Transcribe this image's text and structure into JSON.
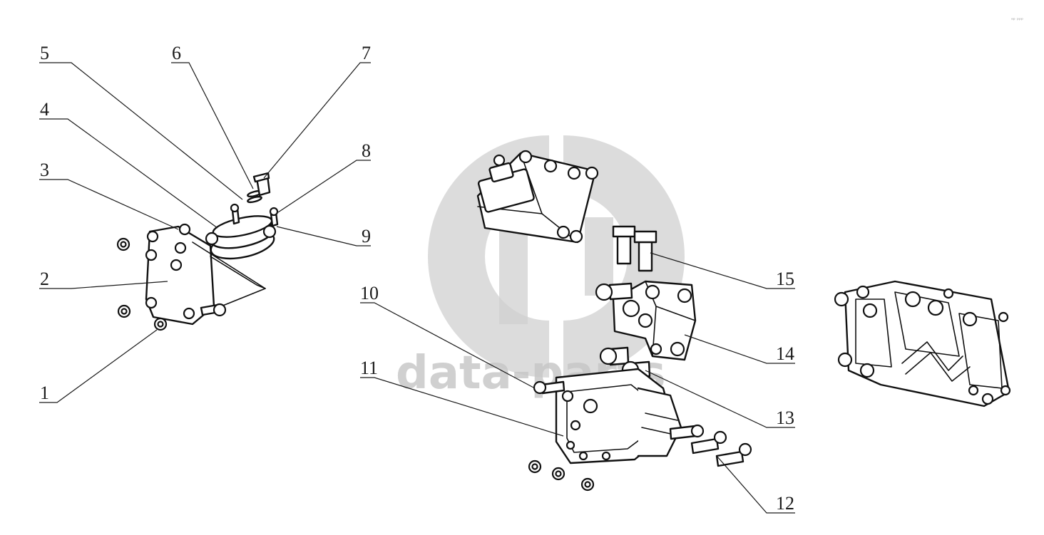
{
  "diagram": {
    "watermark_text": "data-parts",
    "corner_mark": "ᵃᵖ ᵖᵖᵖ",
    "callouts": [
      {
        "id": "1",
        "label": "1"
      },
      {
        "id": "2",
        "label": "2"
      },
      {
        "id": "3",
        "label": "3"
      },
      {
        "id": "4",
        "label": "4"
      },
      {
        "id": "5",
        "label": "5"
      },
      {
        "id": "6",
        "label": "6"
      },
      {
        "id": "7",
        "label": "7"
      },
      {
        "id": "8",
        "label": "8"
      },
      {
        "id": "9",
        "label": "9"
      },
      {
        "id": "10",
        "label": "10"
      },
      {
        "id": "11",
        "label": "11"
      },
      {
        "id": "12",
        "label": "12"
      },
      {
        "id": "13",
        "label": "13"
      },
      {
        "id": "14",
        "label": "14"
      },
      {
        "id": "15",
        "label": "15"
      }
    ],
    "colors": {
      "line": "#111111",
      "watermark": "#c8c8c8",
      "background": "#ffffff"
    }
  }
}
